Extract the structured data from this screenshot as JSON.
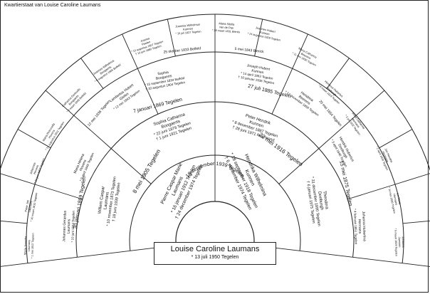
{
  "document": {
    "title": "Kwartierstaat van Louise Caroline Laumans"
  },
  "root": {
    "name": "Louise Caroline Laumans",
    "birth": "* 13 juli 1950 Tegelen"
  },
  "parents": {
    "marriage": "18 september 1939 Tegelen",
    "father": {
      "name": "Pierre Caspar Marie",
      "surname": "Laumans",
      "l1": "* 16 januari 1912 Tegelen",
      "l2": "† 24 december 1974 Tegelen"
    },
    "mother": {
      "name": "Hendrika Wilhelmina",
      "surname": "Kunnen",
      "l1": "* 18 september 1918 Tegelen",
      "l2": "† 6 september 1974 Tegelen"
    }
  },
  "grandparents": {
    "paternal_marriage": "8 mei 1905 Tegelen",
    "maternal_marriage": "22 mei 1916 Tegelen",
    "gf_pat": {
      "name": "Willem Caspar",
      "surname": "Laumans",
      "l1": "* 10 november 1873 Tegelen",
      "l2": "† 18 juni 1939 Tegelen"
    },
    "gm_pat": {
      "name": "Sophia Catharina",
      "surname": "Boogaerts",
      "l1": "* 22 juni 1878 Tegelen",
      "l2": "† 1 juni 1921 Tegelen"
    },
    "gf_mat": {
      "name": "Peter Hendrik",
      "surname": "Kunnen",
      "l1": "* 8 december 1887 Tegelen",
      "l2": "† 28 juni 1971 Roermond"
    },
    "gm_mat": {
      "name": "Theodora",
      "surname": "Doeburgh",
      "l1": "* 31 december 1890 Tegelen",
      "l2": "† 6 januari 1975 Tegelen"
    }
  },
  "great_grandparents": {
    "m1": "30 januari 1869 Tegelen",
    "m2": "7 januari 1869 Tegelen",
    "m3": "27 juli 1885 Tegelen",
    "m4": "15 mei 1875 Tegelen",
    "p1": {
      "name": "Johannes Gerardus",
      "surname": "Laumans",
      "l1": "* 10 juni 1844 Tegelen"
    },
    "p2": {
      "name": "Maria Helena",
      "surname": "Hovens",
      "l1": "* 9 april 1846 Tegelen"
    },
    "p3": {
      "name": "Sophia",
      "surname": "Boogaerts",
      "l1": "* 15 september 1834 Belfeld",
      "l2": "† 10 augustus 1904 Tegelen"
    },
    "p4": {
      "name": "Lambertus Hubert",
      "surname": "Gielen",
      "l1": "* 12 mei 1843 Tegelen"
    },
    "p5": {
      "name": "Joseph Hubert",
      "surname": "Kunnen",
      "l1": "* 14 april 1863 Tegelen",
      "l2": "† 10 januari 1936 Tegelen"
    },
    "p6": {
      "name": "Hendrina",
      "surname": "Beerens",
      "l1": "* 12 december 1856 Tegelen"
    },
    "p7": {
      "name": "Hendrik Hubertus",
      "surname": "Doeburgh",
      "l1": "* 3 april 1846 Tegelen"
    },
    "p8": {
      "name": "Johanna Hubertina",
      "surname": "Hermans",
      "l1": "* 4 februari 1851 Tegelen"
    }
  },
  "outer_ring": {
    "m_left_1": "25 oktober 1833 Belfeld",
    "m_right_1": "5 mei 1843 Blerick",
    "m_left_2": "12 mei 1836 Tegelen",
    "m_right_2": "25 mei 1854 Tegelen",
    "b1": {
      "name": "Maria Josepha",
      "surname": "Laumans",
      "l1": "* 1 mei 1812 Tegelen"
    },
    "b2": {
      "name": "Peter Jan",
      "surname": "Laumans",
      "l1": "* 10 maart 1810 Tegelen"
    },
    "b3": {
      "name": "Johannes",
      "surname": "Hovens",
      "l1": "* 21 juni 1807 Tegelen"
    },
    "b4": {
      "name": "Maria Petronella",
      "surname": "Hovens",
      "l1": "* 14 augustus 1811 Tegelen"
    },
    "b5": {
      "name": "Catharina Gertrudis",
      "surname": "Boogaerts",
      "l1": "* 3 maart 1805 Belfeld"
    },
    "b6": {
      "name": "Joannes Wilhelmus",
      "surname": "Boogaerts",
      "l1": "* 6 augustus 1806 Belfeld"
    },
    "b7": {
      "name": "Joanna",
      "surname": "Peelen",
      "l1": "* 10 augustus 1807 Tegelen",
      "l2": "† 10 juni 1880 Tegelen"
    },
    "b8": {
      "name": "Joannes Wilhelmus",
      "surname": "Kunnen",
      "l1": "* 15 juli 1827 Tegelen"
    },
    "b9": {
      "name": "Maria Sibilla",
      "surname": "van de Pas",
      "l1": "* 28 maart 1831 Blerick"
    },
    "b10": {
      "name": "Joannes Hubert",
      "surname": "Kunnen",
      "l1": "* 24 augustus 1828 Tegelen"
    },
    "b11": {
      "name": "Maria Catharina",
      "surname": "Beerens",
      "l1": "* 11 mei 1830 Tegelen"
    },
    "b12": {
      "name": "Henricus Hubertus",
      "surname": "Doeburgh",
      "l1": "* 8 maart 1818 Tegelen"
    },
    "b13": {
      "name": "Anna Catharina",
      "surname": "Hermans",
      "l1": "* 2 juli 1822 Tegelen"
    },
    "b14": {
      "name": "Jan Hendrik",
      "surname": "Hermans",
      "l1": "* 2 april 1826 Tegelen"
    },
    "b15": {
      "name": "Lei Maria",
      "surname": "Hermans",
      "l1": "* 14 mei 1830 Tegelen"
    },
    "b16": {
      "name": "Johanna",
      "surname": "Janssen",
      "l1": "* 9 maart 1829 Tegelen"
    }
  }
}
